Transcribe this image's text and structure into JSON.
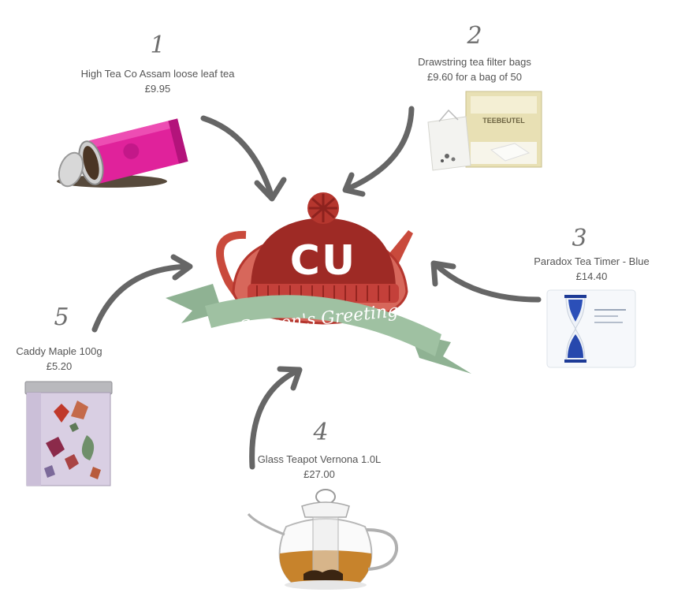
{
  "colors": {
    "label": "#555555",
    "arrow": "#666666",
    "teapot_red": "#b5362e",
    "ribbon_green": "#8fb293"
  },
  "center": {
    "logo_text": "CU",
    "banner_text": "Season's Greetings"
  },
  "products": [
    {
      "number": "1",
      "name": "High Tea Co Assam loose leaf tea",
      "price": "£9.95"
    },
    {
      "number": "2",
      "name": "Drawstring tea filter bags",
      "price": "£9.60 for a bag of 50",
      "image_text": "TEEBEUTEL"
    },
    {
      "number": "3",
      "name": "Paradox Tea Timer - Blue",
      "price": "£14.40"
    },
    {
      "number": "4",
      "name": "Glass Teapot Vernona 1.0L",
      "price": "£27.00"
    },
    {
      "number": "5",
      "name": "Caddy Maple 100g",
      "price": "£5.20"
    }
  ]
}
